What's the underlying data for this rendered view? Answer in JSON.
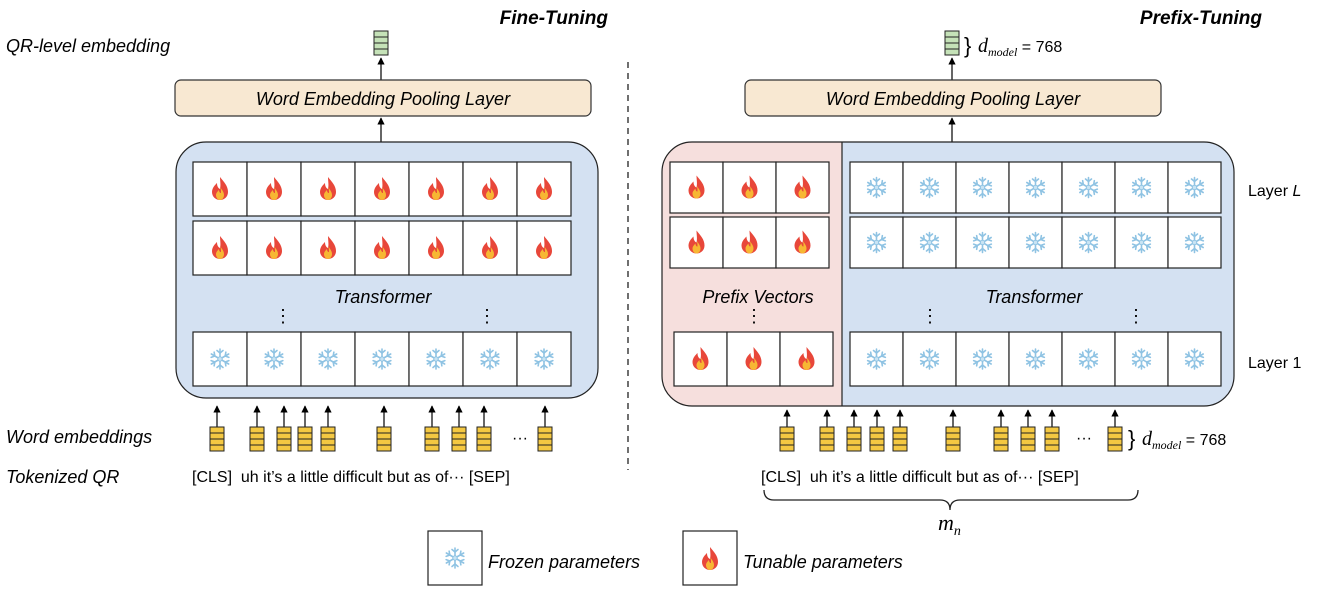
{
  "left": {
    "title": "Fine-Tuning",
    "output_label": "QR-level embedding",
    "pooling_label": "Word Embedding Pooling Layer",
    "transformer_label": "Transformer",
    "word_embeddings_label": "Word embeddings",
    "tokenized_label": "Tokenized QR",
    "tokens": "[CLS]  uh it’s a little difficult but as of··· [SEP]",
    "ellipsis": "···",
    "vdots": "⋮"
  },
  "right": {
    "title": "Prefix-Tuning",
    "pooling_label": "Word Embedding Pooling Layer",
    "prefix_label": "Prefix Vectors",
    "transformer_label": "Transformer",
    "layer_top": "Layer",
    "layer_top_var": "L",
    "layer_bottom": "Layer 1",
    "tokens": "[CLS]  uh it’s a little difficult but as of··· [SEP]",
    "dim_symbol": "d",
    "dim_subscript": "model",
    "dim_value": " = 768",
    "brace": "}",
    "m_symbol": "m",
    "m_subscript": "n",
    "ellipsis": "···",
    "vdots": "⋮"
  },
  "legend": {
    "frozen": "Frozen parameters",
    "tunable": "Tunable parameters"
  },
  "icons": {
    "frozen": "snowflake-icon",
    "tunable": "fire-icon"
  },
  "colors": {
    "block_fill": "#d4e1f2",
    "prefix_fill": "#f6dfdd",
    "pooling_fill": "#f8e8d2",
    "embedding_fill": "#f4c842",
    "output_fill": "#c5e2b8",
    "snowflake": "#9ccbe6",
    "fire": "#e8473a"
  }
}
